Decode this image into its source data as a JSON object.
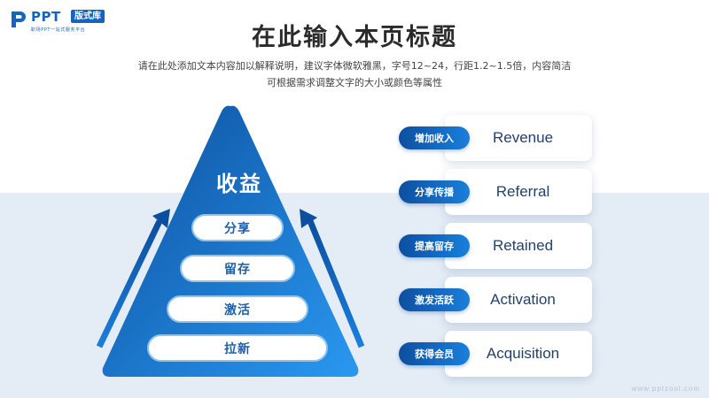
{
  "logo": {
    "brand": "PPT",
    "tag": "版式库",
    "subtitle": "职场PPT一站式服务平台"
  },
  "title": "在此输入本页标题",
  "description": [
    "请在此处添加文本内容加以解释说明，建议字体微软雅黑，字号12~24，行距1.2~1.5倍，内容简洁",
    "可根据需求调整文字的大小或颜色等属性"
  ],
  "pyramid": {
    "title": "收益",
    "levels": [
      "分享",
      "留存",
      "激活",
      "拉新"
    ]
  },
  "stages": [
    {
      "label": "增加收入",
      "english": "Revenue"
    },
    {
      "label": "分享传播",
      "english": "Referral"
    },
    {
      "label": "提高留存",
      "english": "Retained"
    },
    {
      "label": "激发活跃",
      "english": "Activation"
    },
    {
      "label": "获得会员",
      "english": "Acquisition"
    }
  ],
  "watermark": "www.pptzool.com",
  "colors": {
    "primary": "#1565c0",
    "accent": "#1a7fdc",
    "band": "#e4ecf5"
  }
}
